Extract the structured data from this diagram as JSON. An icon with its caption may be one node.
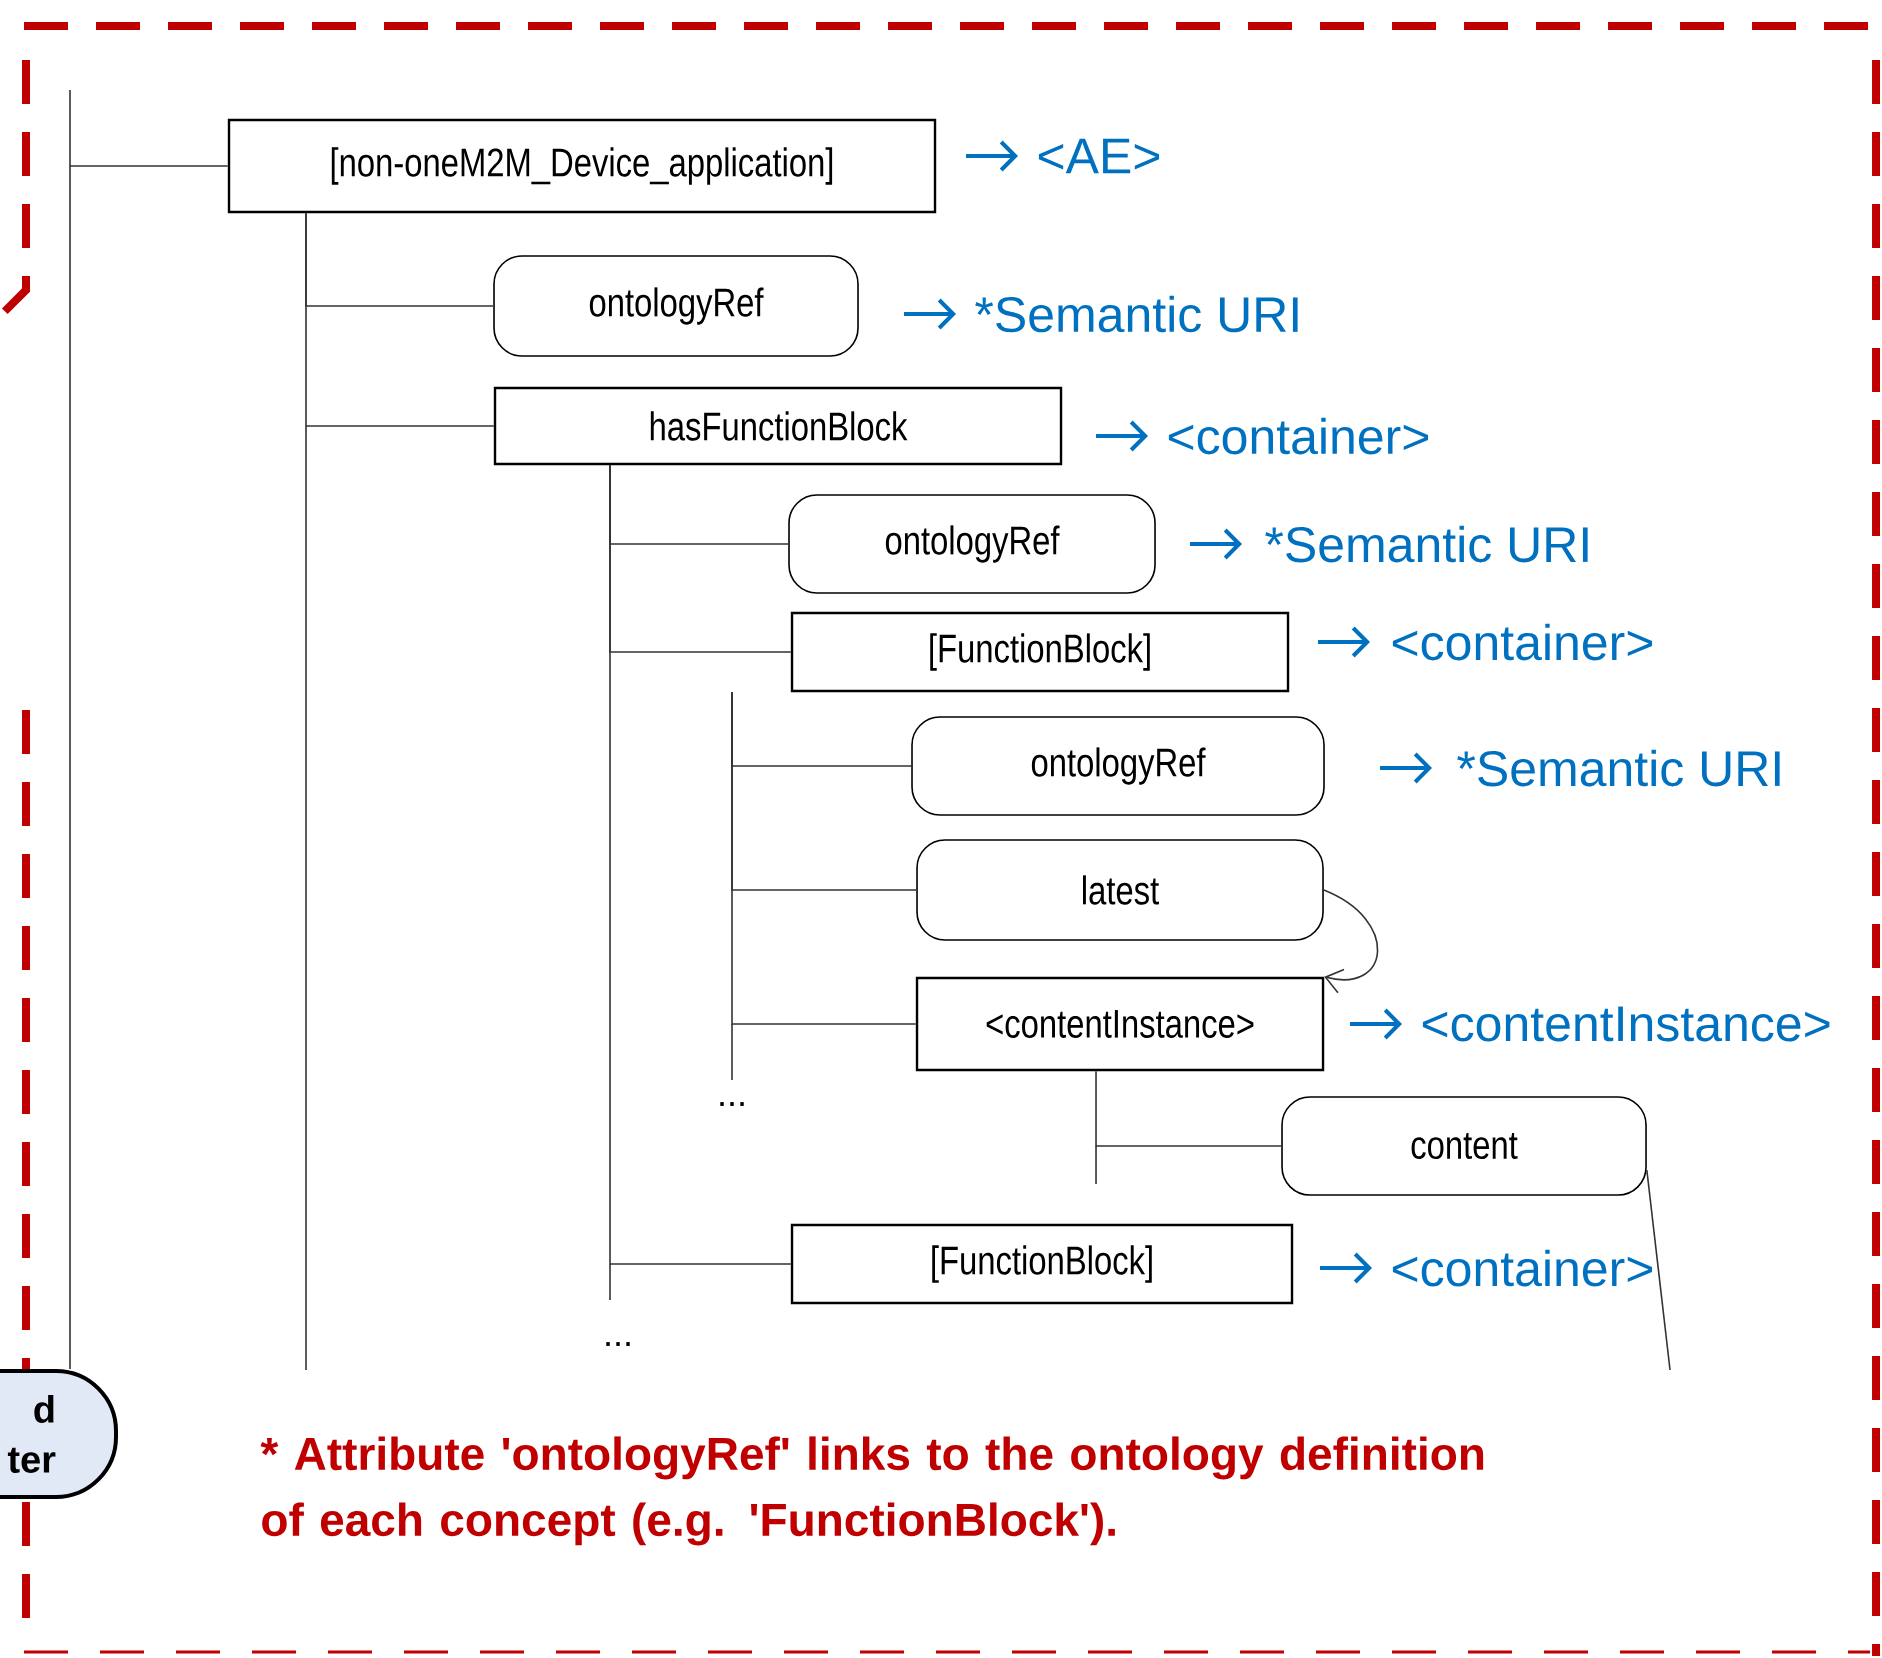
{
  "diagram": {
    "nodes": [
      {
        "text": [
          "[non-oneM2M_Device_application]"
        ]
      },
      {
        "text": [
          "ontologyRef"
        ]
      },
      {
        "text": [
          "hasFunctionBlock"
        ]
      },
      {
        "text": [
          "ontologyRef"
        ]
      },
      {
        "text": [
          "[FunctionBlock]"
        ]
      },
      {
        "text": [
          "ontologyRef"
        ]
      },
      {
        "text": [
          "latest"
        ]
      },
      {
        "text": [
          "<contentInstance>"
        ]
      },
      {
        "text": [
          "content"
        ]
      },
      {
        "text": [
          "[FunctionBlock]"
        ]
      },
      {
        "text": [
          "d ter"
        ]
      }
    ],
    "edges": [
      {
        "from": 10,
        "to": 0,
        "arrow": "none"
      },
      {
        "from": 0,
        "to": 1,
        "arrow": "none"
      },
      {
        "from": 0,
        "to": 2,
        "arrow": "none"
      },
      {
        "from": 2,
        "to": 3,
        "arrow": "none"
      },
      {
        "from": 2,
        "to": 4,
        "arrow": "none"
      },
      {
        "from": 4,
        "to": 5,
        "arrow": "none"
      },
      {
        "from": 4,
        "to": 6,
        "arrow": "none"
      },
      {
        "from": 4,
        "to": 7,
        "arrow": "none"
      },
      {
        "from": 6,
        "to": 7,
        "arrow": "to"
      },
      {
        "from": 7,
        "to": 8,
        "arrow": "none"
      },
      {
        "from": 8,
        "to": null,
        "arrow": "none"
      },
      {
        "from": 2,
        "to": 9,
        "arrow": "none"
      }
    ],
    "labels": [
      "<AE>",
      "*Semantic URI",
      "<container>",
      "*Semantic URI",
      "<container>",
      "*Semantic URI",
      "<contentInstance>",
      "...",
      "<container>",
      "...",
      "* Attribute 'ontologyRef' links to the ontology definition of each concept (e.g. 'FunctionBlock')."
    ]
  }
}
